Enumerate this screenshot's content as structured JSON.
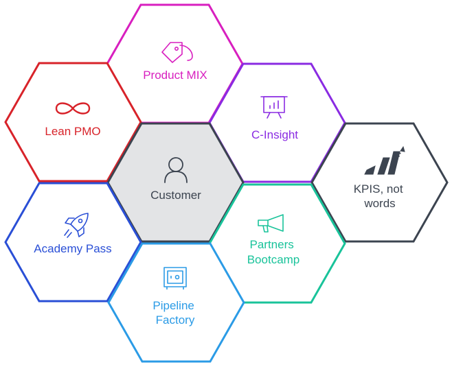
{
  "hexagons": [
    {
      "id": "product-mix",
      "lines": [
        "Product MIX"
      ],
      "color": "#d81fbf",
      "icon": "tag-icon",
      "fill": "#ffffff"
    },
    {
      "id": "lean-pmo",
      "lines": [
        "Lean PMO"
      ],
      "color": "#d8232a",
      "icon": "infinity-icon",
      "fill": "#ffffff"
    },
    {
      "id": "c-insight",
      "lines": [
        "C-Insight"
      ],
      "color": "#8a2be2",
      "icon": "presentation-chart-icon",
      "fill": "#ffffff"
    },
    {
      "id": "customer",
      "lines": [
        "Customer"
      ],
      "color": "#3c4450",
      "icon": "person-icon",
      "fill": "#e3e4e6"
    },
    {
      "id": "kpis-not-words",
      "lines": [
        "KPIS, not",
        "words"
      ],
      "color": "#3c4450",
      "icon": "rising-bars-icon",
      "fill": "#ffffff"
    },
    {
      "id": "academy-pass",
      "lines": [
        "Academy Pass"
      ],
      "color": "#2a4fd6",
      "icon": "rocket-icon",
      "fill": "#ffffff"
    },
    {
      "id": "partners-bootcamp",
      "lines": [
        "Partners",
        "Bootcamp"
      ],
      "color": "#19c39a",
      "icon": "megaphone-icon",
      "fill": "#ffffff"
    },
    {
      "id": "pipeline-factory",
      "lines": [
        "Pipeline",
        "Factory"
      ],
      "color": "#2b9be6",
      "icon": "safe-icon",
      "fill": "#ffffff"
    }
  ]
}
